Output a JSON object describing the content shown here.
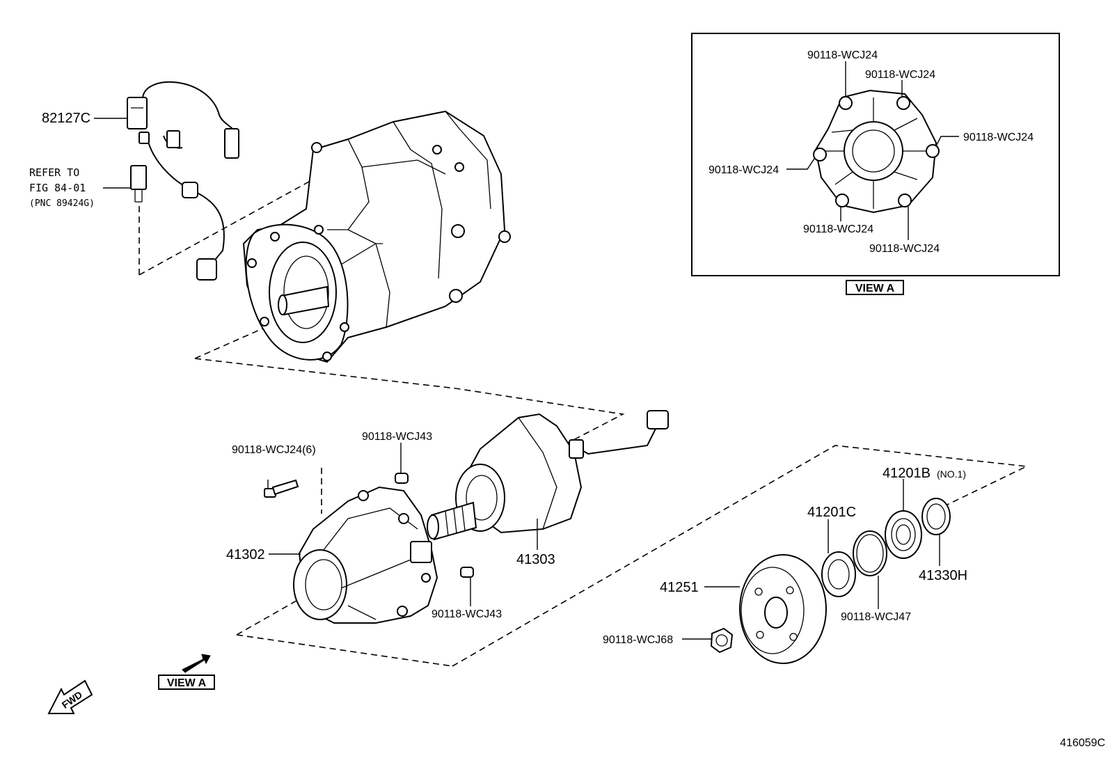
{
  "labels": {
    "p82127c": "82127C",
    "refer_line1": "REFER TO",
    "refer_line2": "FIG 84-01",
    "refer_line3": "(PNC 89424G)",
    "bolt_wcj24_6": "90118-WCJ24(6)",
    "pin_wcj43_top": "90118-WCJ43",
    "p41302": "41302",
    "p41303": "41303",
    "pin_wcj43_bottom": "90118-WCJ43",
    "p41251": "41251",
    "nut_wcj68": "90118-WCJ68",
    "p41201c": "41201C",
    "p41201b": "41201B",
    "no1": "(NO.1)",
    "snap_wcj47": "90118-WCJ47",
    "p41330h": "41330H",
    "view_a_bottom": "VIEW A",
    "fwd": "FWD",
    "diagram_id": "416059C"
  },
  "view_a": {
    "title": "VIEW A",
    "callouts": [
      "90118-WCJ24",
      "90118-WCJ24",
      "90118-WCJ24",
      "90118-WCJ24",
      "90118-WCJ24",
      "90118-WCJ24"
    ]
  }
}
